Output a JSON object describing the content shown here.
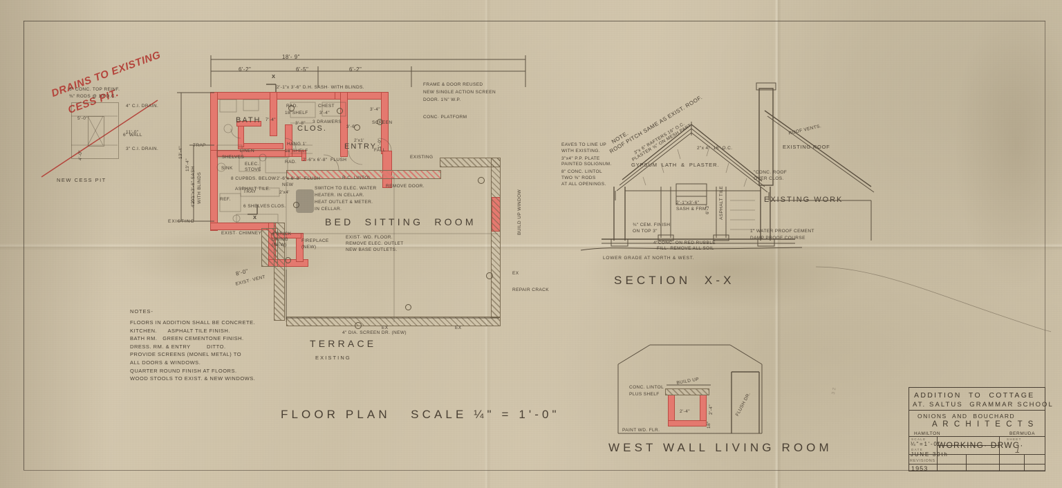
{
  "sheet": {
    "kind": "architectural-working-drawing",
    "paper_color": "#cfc3aa",
    "ink_color": "#4a4034",
    "accent_red": "#b4453c"
  },
  "red_annotation": {
    "line1": "DRAINS TO EXISTING",
    "line2": "CESS PIT."
  },
  "cess_pit": {
    "title": "NEW CESS PIT",
    "note1": "6\" CONC. TOP REINF.",
    "note2": "⅜\" RODS @ 10\"O.C.",
    "dim_width": "5'-0\"",
    "dim_height": "4'-0\"",
    "dim_overall": "11'-0\"",
    "dim_side": "13'-4\"",
    "label_drain4": "4\" C.I. DRAIN.",
    "label_wall": "6\" WALL",
    "label_drain3": "3\" C.I. DRAIN."
  },
  "floor_plan": {
    "title": "FLOOR PLAN   SCALE ¼\" = 1'-0\"",
    "rooms": {
      "bath": "BATH",
      "clos": "CLOS.",
      "entry": "ENTRY",
      "bed_sitting": "BED  SITTING  ROOM",
      "terrace": "TERRACE",
      "terrace_sub": "EXISTING"
    },
    "dims_top": {
      "overall": "18'- 9\"",
      "left": "6'-2\"",
      "center": "6'-5\"",
      "right": "6'-2\""
    },
    "dims_left": {
      "a": "13'-4\"",
      "b": "4'-0\"",
      "c": "8'-0\""
    },
    "dims_misc": {
      "bath_w": "7'-4\"",
      "clos_w": "3'-8\"",
      "entry_w": "3'-6\"",
      "win_2x1": "2'x1'",
      "win_small": "1'-0\"",
      "door_flush": "2'-6\"x 6'-8\"  FLUSH",
      "door_new": "2'-6\"x 6'-8\"  FLUSH",
      "dim_2x4": "2'x4'"
    },
    "annotations": [
      {
        "text": "2'-1\"x 3'-6\" D.H. SASH  WITH BLINDS.",
        "kind": "window-callout"
      },
      {
        "text": "FRAME & DOOR REUSED",
        "kind": "door-note"
      },
      {
        "text": "NEW SINGLE ACTION SCREEN",
        "kind": "door-note"
      },
      {
        "text": "DOOR  1⅜\" W.P.",
        "kind": "door-note"
      },
      {
        "text": "CONC. PLATFORM.",
        "kind": "platform-note"
      },
      {
        "text": "SCREEN",
        "kind": "screen-note"
      },
      {
        "text": "FALL",
        "kind": "fall-note"
      },
      {
        "text": "EXISTING",
        "kind": "existing-note"
      },
      {
        "text": "REMOVE DOOR.",
        "kind": "demo-note"
      },
      {
        "text": "R.C. LINTOL",
        "kind": "lintol-note"
      },
      {
        "text": "TRAP",
        "kind": "plumbing-note"
      },
      {
        "text": "2'-1\"x3'-6\" SASH WITH BLINDS",
        "kind": "window-callout"
      },
      {
        "text": "EXISTING",
        "kind": "existing-note"
      },
      {
        "text": "EXIST. CHIMNEY",
        "kind": "existing-note"
      },
      {
        "text": "4\" BRICK LINING (NEW)",
        "kind": "fireplace-note"
      },
      {
        "text": "FIREPLACE (NEW)",
        "kind": "fireplace-note"
      },
      {
        "text": "EXIST. WD. FLOOR.",
        "kind": "existing-note"
      },
      {
        "text": "REMOVE ELEC. OUTLET",
        "kind": "demo-note"
      },
      {
        "text": "NEW BASE OUTLETS.",
        "kind": "electrical-note"
      },
      {
        "text": "SWITCH TO ELEC. WATER",
        "kind": "electrical-note"
      },
      {
        "text": "HEATER IN CELLAR.",
        "kind": "electrical-note"
      },
      {
        "text": "HEAT OUTLET & METER",
        "kind": "electrical-note"
      },
      {
        "text": "IN CELLAR.",
        "kind": "electrical-note"
      },
      {
        "text": "BUILD UP WINDOW",
        "kind": "infill-note"
      },
      {
        "text": "REPAIR CRACK",
        "kind": "repair-note"
      },
      {
        "text": "EXIST. VENT",
        "kind": "existing-note"
      },
      {
        "text": "4\" DIA. SCREEN DR. (NEW)",
        "kind": "drain-note"
      },
      {
        "text": "EX",
        "kind": "existing-tag"
      },
      {
        "text": "EX",
        "kind": "existing-tag"
      },
      {
        "text": "ASPHALT TILE.",
        "kind": "finish-note"
      },
      {
        "text": "SINK",
        "kind": "fixture"
      },
      {
        "text": "ELEC. STOVE",
        "kind": "fixture"
      },
      {
        "text": "REF.",
        "kind": "fixture"
      },
      {
        "text": "TRAY",
        "kind": "fixture"
      },
      {
        "text": "SHELVES",
        "kind": "fixture"
      },
      {
        "text": "6 SHELVES",
        "kind": "fixture"
      },
      {
        "text": "CLOS.",
        "kind": "fixture"
      },
      {
        "text": "8 CUPBDS. BELOW",
        "kind": "fixture"
      },
      {
        "text": "RAD.",
        "kind": "fixture"
      },
      {
        "text": "18\"SHELF",
        "kind": "fixture"
      },
      {
        "text": "CHEST",
        "kind": "fixture"
      },
      {
        "text": "3'-4\"",
        "kind": "dim"
      },
      {
        "text": "3 DRAWERS",
        "kind": "fixture"
      },
      {
        "text": "HANG 1'",
        "kind": "fixture"
      },
      {
        "text": "18\"SHELF",
        "kind": "fixture"
      },
      {
        "text": "RAD.",
        "kind": "fixture"
      },
      {
        "text": "LINEN",
        "kind": "fixture"
      }
    ]
  },
  "section": {
    "title": "SECTION  X-X",
    "notes_left": [
      "EAVES TO LINE UP",
      "WITH EXISTING.",
      "3\"x 4\" P.P. PLATE",
      "PAINTED SOLIGNUM.",
      "8\" CONC. LINTOL",
      "TWO ⅜\" RODS",
      "AT ALL OPENINGS."
    ],
    "note_roof": [
      "NOTE.",
      "ROOF PITCH SAME AS EXIST. ROOF."
    ],
    "note_rafters": [
      "3\"x 6\" RAFTERS 16\" O.C.",
      "PLASTER ⅝\" ON MESH PART."
    ],
    "labels": {
      "ceiling_joists": "2\"x 4\"  16\" O.C.",
      "lath_plaster": "GYPSUM  LATH  &  PLASTER.",
      "roof_vents": "ROOF VENTS.",
      "existing_roof": "EXISTING ROOF",
      "conc_roof": "CONC. ROOF OVER CLOS.",
      "existing_work": "EXISTING WORK",
      "window_sash": "2'-1\"x 3'-6\" D.H. SASH  WITH BLINDS",
      "asphalt_tile": "ASPHALT TILE",
      "cem_finish": "¾\" CEM. FINISH ON TOP 3\"",
      "conc_rubble": "4\" CONC. ON RED RUBBLE FILL. REMOVE ALL SOIL.",
      "damp_proof": "1\" WATER PROOF CEMENT DAMP PROOF COURSE",
      "lower_grade": "LOWER GRADE AT NORTH & WEST."
    }
  },
  "west_wall": {
    "title": "WEST WALL LIVING ROOM",
    "labels": {
      "conc_lintol": "CONC. LINTOL",
      "plus_shelf": "PLUS SHELF",
      "build_up": "BUILD UP",
      "flush_dr": "FLUSH DR.",
      "paint_wd_flr": "PAINT WD. FLR.",
      "dim_width": "2'-4\"",
      "dim_height": "2'-4\"",
      "dim_base": "18\""
    }
  },
  "notes_block": {
    "heading": "NOTES-",
    "lines": [
      "FLOORS IN ADDITION SHALL BE CONCRETE.",
      "KITCHEN.      ASPHALT TILE FINISH.",
      "BATH RM.   GREEN CEMENTONE FINISH.",
      "DRESS. RM. & ENTRY         DITTO.",
      "PROVIDE SCREENS (MONEL METAL) TO",
      "ALL DOORS & WINDOWS.",
      "QUARTER ROUND FINISH AT FLOORS.",
      "WOOD STOOLS TO EXIST. & NEW WINDOWS."
    ]
  },
  "title_block": {
    "project_line1": "ADDITION  TO  COTTAGE",
    "project_line2": "AT. SALTUS  GRAMMAR SCHOOL",
    "firm": "ONIONS  AND  BOUCHARD",
    "discipline": "A R C H I T E C T S",
    "city": "HAMILTON",
    "country": "BERMUDA",
    "scale_label": "SCALE",
    "scale_value": "¼\"=1'-0\"",
    "date_label": "DATE",
    "date_value": "JUNE 30th",
    "revisions_label": "REVISIONS",
    "year": "1953",
    "drawing_type": "WORKING· DRWG·",
    "sheet_label": "SHEET",
    "sheet_value": "1"
  }
}
